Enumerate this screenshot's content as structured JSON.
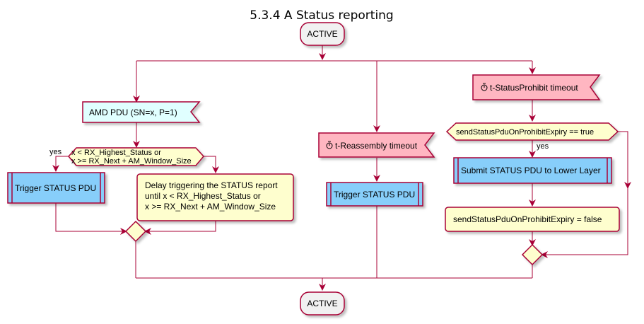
{
  "title": "5.3.4 A Status reporting",
  "nodes": {
    "start": "ACTIVE",
    "end": "ACTIVE",
    "amd_pdu": "AMD PDU (SN=x, P=1)",
    "cond1": [
      "x < RX_Highest_Status or",
      "x >= RX_Next + AM_Window_Size"
    ],
    "cond1_yes": "yes",
    "trigger_left": "Trigger STATUS PDU",
    "delay": [
      "Delay triggering the STATUS report",
      "until x < RX_Highest_Status or",
      "x >= RX_Next + AM_Window_Size"
    ],
    "reassembly": "t-Reassembly timeout",
    "trigger_mid": "Trigger STATUS PDU",
    "prohibit": "t-StatusProhibit timeout",
    "cond2": "sendStatusPduOnProhibitExpiry == true",
    "cond2_yes": "yes",
    "submit": "Submit STATUS PDU to Lower Layer",
    "set_false": "sendStatusPduOnProhibitExpiry = false"
  },
  "colors": {
    "line": "#a80036",
    "start_fill": "#f1f1f1",
    "activity_fill": "#fefece",
    "receive_fill": "#e0ffff",
    "timer_fill": "#ffb6c1",
    "sub_fill": "#87cefa"
  },
  "icons": [
    "timer-icon"
  ]
}
